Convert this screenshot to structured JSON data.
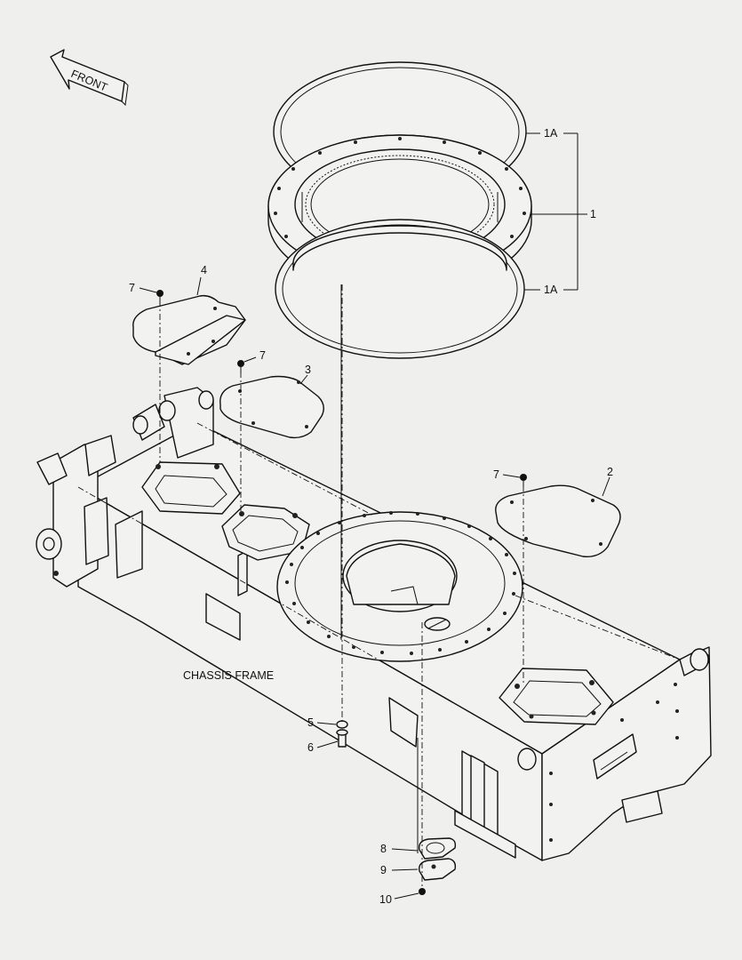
{
  "orientation": {
    "label": "FRONT"
  },
  "frame_label": "CHASSIS FRAME",
  "callouts": {
    "ring_seal_top": "1A",
    "slewing_ring": "1",
    "ring_seal_bottom": "1A",
    "cover_plate_4": "4",
    "bolt_7_a": "7",
    "cover_plate_3": "3",
    "bolt_7_b": "7",
    "bolt_7_c": "7",
    "cover_plate_2": "2",
    "washer_5": "5",
    "bolt_6": "6",
    "gasket_8": "8",
    "cover_9": "9",
    "bolt_10": "10"
  }
}
